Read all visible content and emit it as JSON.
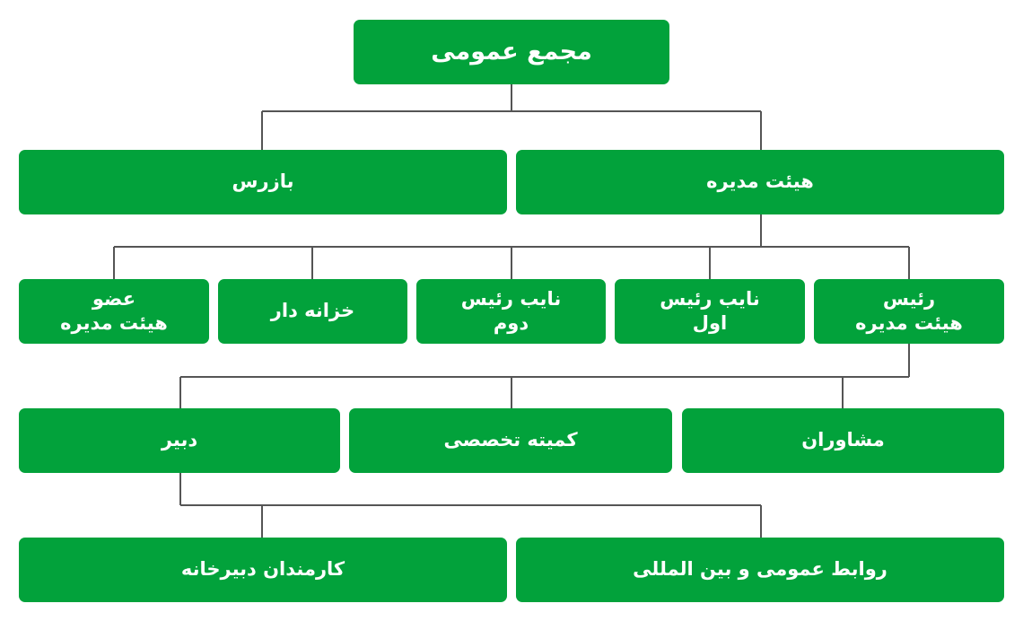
{
  "colors": {
    "box": "#02A23B",
    "line": "#555555"
  },
  "nodes": {
    "general_assembly": [
      "مجمع عمومی"
    ],
    "board": [
      "هیئت مدیره"
    ],
    "inspector": [
      "بازرس"
    ],
    "chairman": [
      "رئیس",
      "هیئت مدیره"
    ],
    "vice1": [
      "نایب رئیس",
      "اول"
    ],
    "vice2": [
      "نایب رئیس",
      "دوم"
    ],
    "treasurer": [
      "خزانه دار"
    ],
    "member": [
      "عضو",
      "هیئت مدیره"
    ],
    "advisors": [
      "مشاوران"
    ],
    "committee": [
      "کمیته تخصصی"
    ],
    "secretary": [
      "دبیر"
    ],
    "pr": [
      "روابط عمومی و بین المللی"
    ],
    "staff": [
      "کارمندان دبیرخانه"
    ]
  }
}
